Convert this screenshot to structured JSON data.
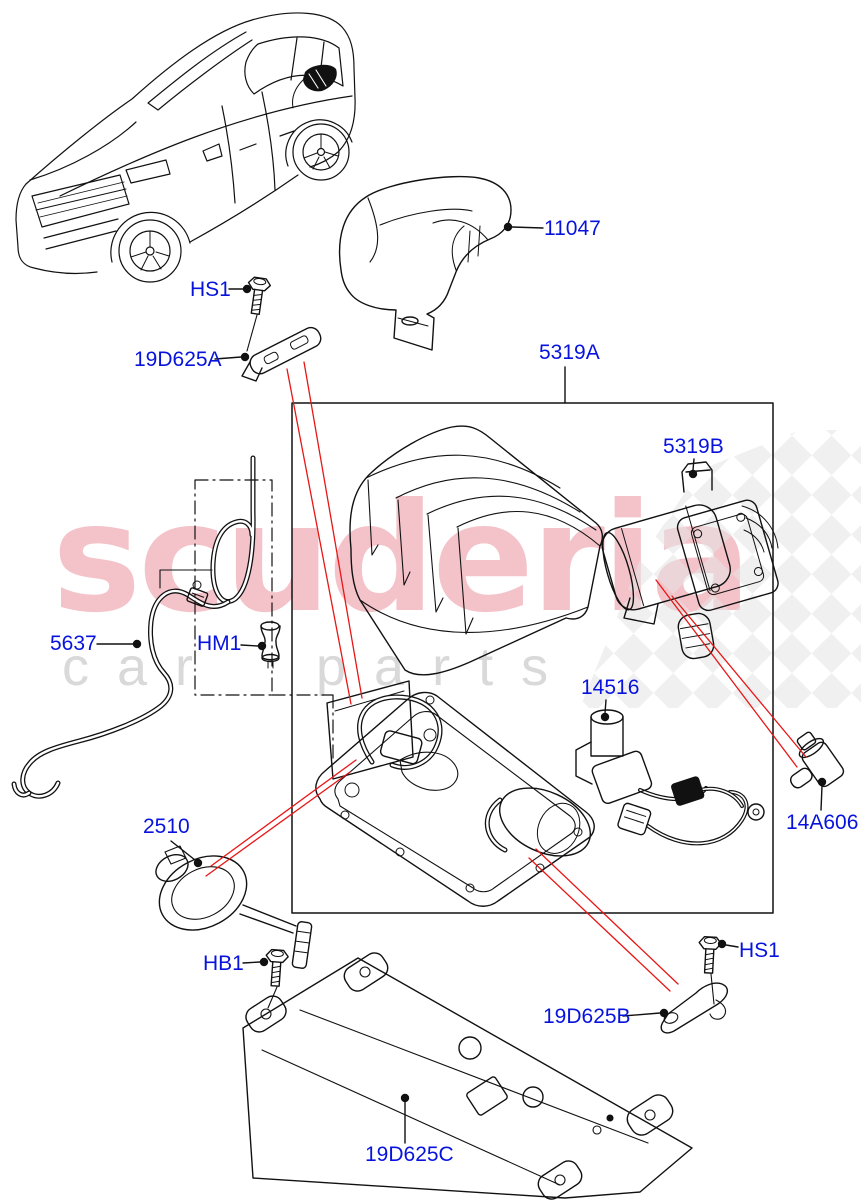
{
  "diagram": {
    "description": "Exploded parts diagram - vehicle air suspension compressor assembly",
    "colors": {
      "part_link": "#0713dd",
      "callout_line": "#e81616",
      "line_art": "#111111",
      "watermark_pink": "#f4c3ca",
      "watermark_gray": "#d9d9d9"
    }
  },
  "watermark": {
    "brand": "scuderia",
    "tagline": "car parts"
  },
  "parts": [
    {
      "id": "HS1-top",
      "label": "HS1"
    },
    {
      "id": "19D625A",
      "label": "19D625A"
    },
    {
      "id": "11047",
      "label": "11047"
    },
    {
      "id": "5319A",
      "label": "5319A"
    },
    {
      "id": "5319B",
      "label": "5319B"
    },
    {
      "id": "5637",
      "label": "5637"
    },
    {
      "id": "HM1",
      "label": "HM1"
    },
    {
      "id": "14516",
      "label": "14516"
    },
    {
      "id": "14A606",
      "label": "14A606"
    },
    {
      "id": "2510",
      "label": "2510"
    },
    {
      "id": "HB1",
      "label": "HB1"
    },
    {
      "id": "HS1-bottom",
      "label": "HS1"
    },
    {
      "id": "19D625B",
      "label": "19D625B"
    },
    {
      "id": "19D625C",
      "label": "19D625C"
    }
  ]
}
